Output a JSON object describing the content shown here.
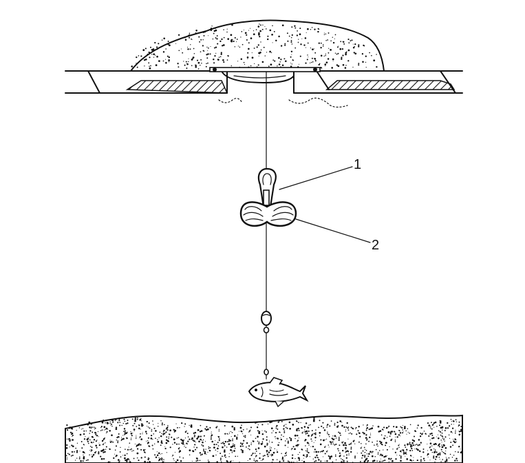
{
  "callouts": [
    {
      "id": "1",
      "label": "1"
    },
    {
      "id": "2",
      "label": "2"
    }
  ],
  "colors": {
    "ink": "#111111",
    "paper": "#ffffff"
  },
  "icons": [
    "snow-mound",
    "ice-layer",
    "ice-hole",
    "fishing-line",
    "bobbin-frame",
    "spool",
    "sinker",
    "bait-fish",
    "lake-bottom"
  ]
}
